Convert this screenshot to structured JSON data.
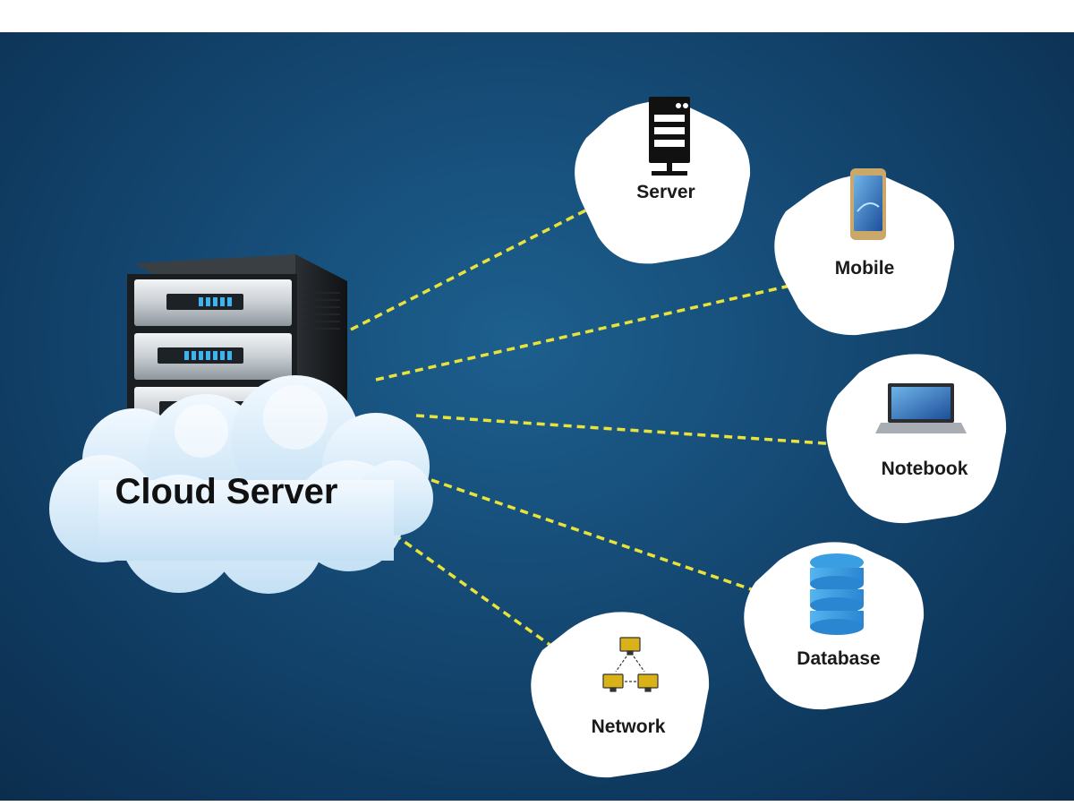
{
  "center": {
    "label": "Cloud Server",
    "icon": "server-rack-icon"
  },
  "nodes": [
    {
      "id": "server",
      "label": "Server",
      "icon": "server-tower-icon"
    },
    {
      "id": "mobile",
      "label": "Mobile",
      "icon": "mobile-phone-icon"
    },
    {
      "id": "notebook",
      "label": "Notebook",
      "icon": "laptop-icon"
    },
    {
      "id": "database",
      "label": "Database",
      "icon": "database-icon"
    },
    {
      "id": "network",
      "label": "Network",
      "icon": "network-icon"
    }
  ],
  "colors": {
    "background": "#164d78",
    "connector": "#e8e23a",
    "node_fill": "#ffffff",
    "cloud": "#dbeefa",
    "led": "#3fb3f0",
    "db_fill": "#3a9ee3",
    "net_fill": "#d9b21a"
  }
}
